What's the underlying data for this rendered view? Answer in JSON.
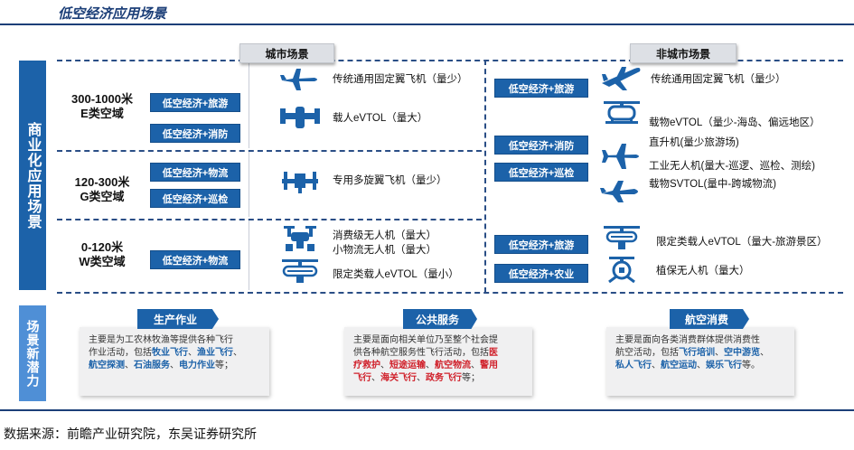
{
  "title": "低空经济应用场景",
  "source": "数据来源：前瞻产业研究院，东吴证券研究所",
  "sidebar_top": "商业化应用场景",
  "sidebar_bottom": "场景新潜力",
  "urban_header": "城市场景",
  "nonurban_header": "非城市场景",
  "zones": [
    {
      "alt": "300-1000米",
      "cls": "E类空域"
    },
    {
      "alt": "120-300米",
      "cls": "G类空域"
    },
    {
      "alt": "0-120米",
      "cls": "W类空域"
    }
  ],
  "urban_tags": [
    "低空经济+旅游",
    "低空经济+消防",
    "低空经济+物流",
    "低空经济+巡检",
    "低空经济+物流"
  ],
  "urban_aircraft": [
    {
      "icon": "fixed-wing-plane-icon",
      "label": "传统通用固定翼飞机（量少）"
    },
    {
      "icon": "passenger-evtol-icon",
      "label": "载人eVTOL（量大）"
    },
    {
      "icon": "multirotor-aircraft-icon",
      "label": "专用多旋翼飞机（量少）"
    },
    {
      "icon": "consumer-drone-icon",
      "label": "消费级无人机（量大）"
    },
    {
      "label": "小物流无人机（量大）"
    },
    {
      "icon": "limited-evtol-icon",
      "label": "限定类载人eVTOL（量小）"
    }
  ],
  "nonurban_tags": [
    "低空经济+旅游",
    "低空经济+消防",
    "低空经济+巡检",
    "低空经济+旅游",
    "低空经济+农业"
  ],
  "nonurban_aircraft": [
    {
      "icon": "fixed-wing-plane-icon",
      "label": "传统通用固定翼飞机（量少）"
    },
    {
      "icon": "cargo-evtol-icon",
      "label": "载物eVTOL（量少-海岛、偏远地区）"
    },
    {
      "label": "直升机(量少旅游场)"
    },
    {
      "icon": "industrial-drone-icon",
      "label": "工业无人机(量大-巡逻、巡检、测绘)"
    },
    {
      "icon": "cargo-svtol-icon",
      "label": "载物SVTOL(量中-跨城物流)"
    },
    {
      "icon": "limited-evtol-icon",
      "label": "限定类载人eVTOL（量大-旅游景区）"
    },
    {
      "icon": "crop-protection-drone-icon",
      "label": "植保无人机（量大）"
    }
  ],
  "potentials": [
    {
      "title": "生产作业",
      "lines": [
        [
          {
            "t": "主要是为工农林牧渔等提供各种飞行"
          }
        ],
        [
          {
            "t": "作业活动，包括"
          },
          {
            "t": "牧业飞行",
            "c": "b"
          },
          {
            "t": "、"
          },
          {
            "t": "渔业飞行",
            "c": "b"
          },
          {
            "t": "、"
          }
        ],
        [
          {
            "t": "航空探测",
            "c": "b"
          },
          {
            "t": "、"
          },
          {
            "t": "石油服务",
            "c": "b"
          },
          {
            "t": "、"
          },
          {
            "t": "电力作业",
            "c": "b"
          },
          {
            "t": "等；"
          }
        ]
      ]
    },
    {
      "title": "公共服务",
      "lines": [
        [
          {
            "t": "主要是面向相关单位乃至整个社会提"
          }
        ],
        [
          {
            "t": "供各种航空服务性飞行活动，包括"
          },
          {
            "t": "医",
            "c": "r"
          }
        ],
        [
          {
            "t": "疗救护",
            "c": "r"
          },
          {
            "t": "、"
          },
          {
            "t": "短途运输",
            "c": "r"
          },
          {
            "t": "、"
          },
          {
            "t": "航空物流",
            "c": "r"
          },
          {
            "t": "、"
          },
          {
            "t": "警用",
            "c": "r"
          }
        ],
        [
          {
            "t": "飞行",
            "c": "r"
          },
          {
            "t": "、"
          },
          {
            "t": "海关飞行",
            "c": "r"
          },
          {
            "t": "、"
          },
          {
            "t": "政务飞行",
            "c": "r"
          },
          {
            "t": "等；"
          }
        ]
      ]
    },
    {
      "title": "航空消费",
      "lines": [
        [
          {
            "t": "主要是面向各类消费群体提供消费性"
          }
        ],
        [
          {
            "t": "航空活动，包括"
          },
          {
            "t": "飞行培训",
            "c": "b"
          },
          {
            "t": "、"
          },
          {
            "t": "空中游览",
            "c": "b"
          },
          {
            "t": "、"
          }
        ],
        [
          {
            "t": "私人飞行",
            "c": "b"
          },
          {
            "t": "、"
          },
          {
            "t": "航空运动",
            "c": "b"
          },
          {
            "t": "、"
          },
          {
            "t": "娱乐飞行",
            "c": "b"
          },
          {
            "t": "等。"
          }
        ]
      ]
    }
  ],
  "colors": {
    "primary": "#1c62a9",
    "light": "#4f8fd6",
    "red": "#d0202a",
    "navy": "#1c3f78"
  }
}
